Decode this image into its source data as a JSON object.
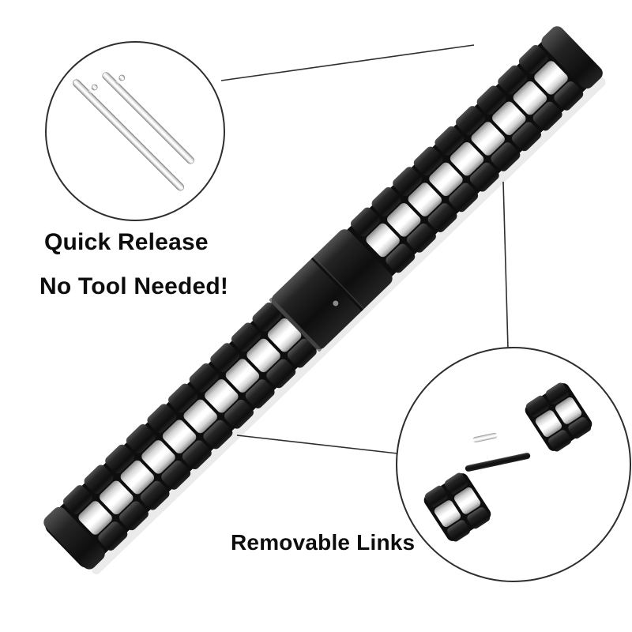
{
  "labels": {
    "quick_release": "Quick Release",
    "no_tool_needed": "No Tool Needed!",
    "removable_links": "Removable Links"
  },
  "colors": {
    "background": "#ffffff",
    "text": "#0d0d0d",
    "outline": "#2e2e2e",
    "black_dark": "#0e0e0e",
    "black_mid": "#242424",
    "black_light": "#525252",
    "silver_light": "#ffffff",
    "silver_mid": "#d4d4d4",
    "silver_dark": "#8a8a8a"
  }
}
